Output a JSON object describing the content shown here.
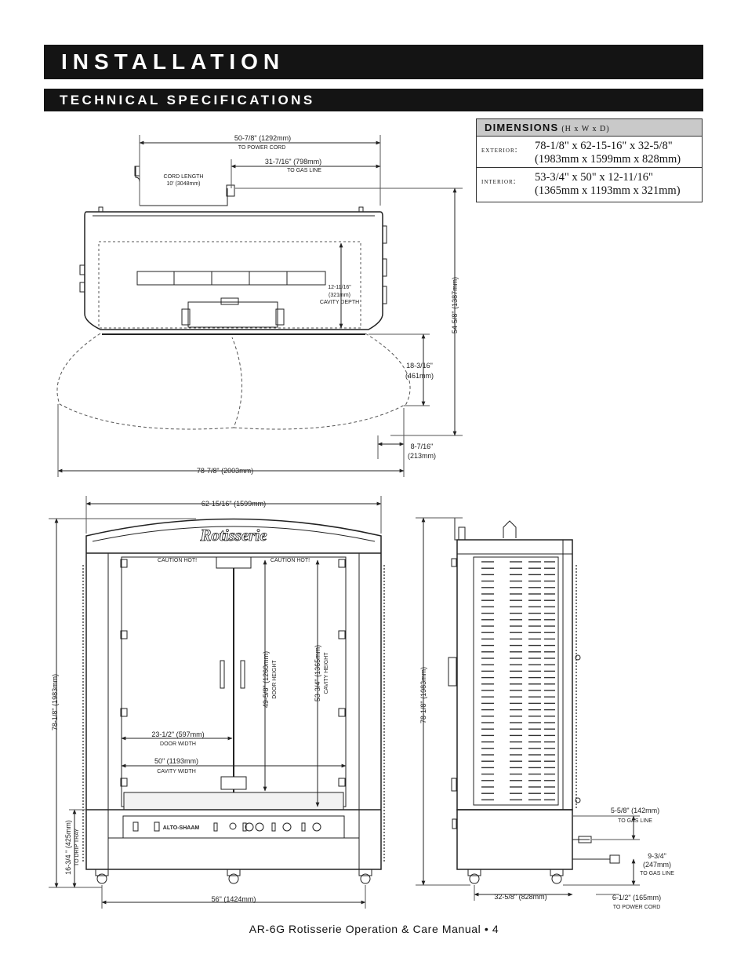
{
  "header": {
    "title": "INSTALLATION",
    "subtitle": "TECHNICAL SPECIFICATIONS"
  },
  "dimensions": {
    "title": "DIMENSIONS",
    "order": "(H x W x D)",
    "exterior_label": "EXTERIOR:",
    "exterior_imperial": "78-1/8\" x 62-15-16\" x 32-5/8\"",
    "exterior_metric": "(1983mm x 1599mm x 828mm)",
    "interior_label": "INTERIOR:",
    "interior_imperial": "53-3/4\" x 50\" x 12-11/16\"",
    "interior_metric": "(1365mm x 1193mm x 321mm)"
  },
  "top_view": {
    "power_cord_dim": "50-7/8\" (1292mm)",
    "power_cord_note": "TO POWER CORD",
    "gas_line_dim": "31-7/16\" (798mm)",
    "gas_line_note": "TO GAS LINE",
    "cord_length": "CORD LENGTH",
    "cord_length_value": "10' (3048mm)",
    "cavity_depth_dim": "12-11/16\"",
    "cavity_depth_mm": "(321mm)",
    "cavity_depth_note": "CAVITY DEPTH",
    "depth_dim": "54-5/8\" (1387mm)",
    "door_swing_dim": "18-3/16\"",
    "door_swing_mm": "(461mm)",
    "offset_dim": "8-7/16\"",
    "offset_mm": "(213mm)",
    "swing_width_dim": "78-7/8\" (2003mm)"
  },
  "front_view": {
    "overall_width": "62-15/16\" (1599mm)",
    "overall_height": "78-1/8\" (1983mm)",
    "brand": "Rotisserie",
    "caution_left": "CAUTION HOT!",
    "caution_right": "CAUTION HOT!",
    "door_height_dim": "49-5/8\" (1260mm)",
    "door_height_note": "DOOR HEIGHT",
    "cavity_height_dim": "53-3/4\" (1365mm)",
    "cavity_height_note": "CAVITY HEIGHT",
    "door_width_dim": "23-1/2\" (597mm)",
    "door_width_note": "DOOR WIDTH",
    "cavity_width_dim": "50\" (1193mm)",
    "cavity_width_note": "CAVITY WIDTH",
    "drip_tray_dim": "16-3/4 \" (425mm)",
    "drip_tray_note": "TO DRIP TRAY",
    "base_width": "56\" (1424mm)",
    "panel_logo": "ALTO-SHAAM"
  },
  "side_view": {
    "overall_height": "78-1/8\" (1983mm)",
    "gas_line_dim": "5-5/8\" (142mm)",
    "gas_line_note": "TO GAS LINE",
    "gas_line2_dim": "9-3/4\"",
    "gas_line2_mm": "(247mm)",
    "gas_line2_note": "TO GAS LINE",
    "depth_dim": "32-5/8\" (828mm)",
    "power_cord_dim": "6-1/2\" (165mm)",
    "power_cord_note": "TO POWER CORD"
  },
  "footer": {
    "text": "AR-6G Rotisserie Operation & Care Manual • 4"
  }
}
